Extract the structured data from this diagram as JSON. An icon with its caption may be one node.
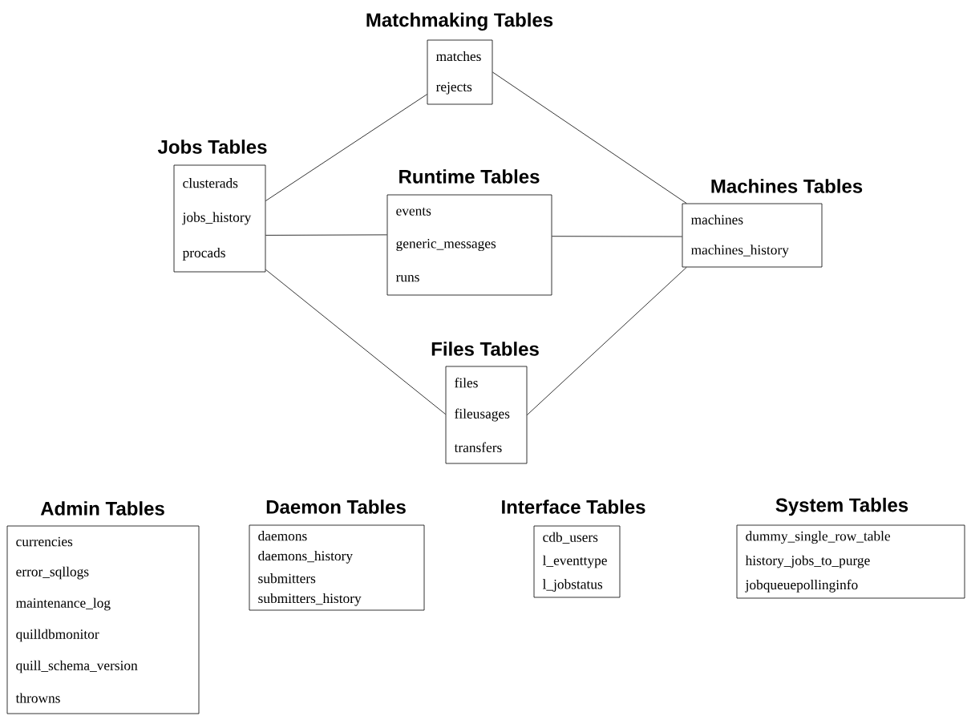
{
  "diagram": {
    "nodes": [
      {
        "text": [
          "Matchmaking Tables",
          "matches",
          "rejects"
        ]
      },
      {
        "text": [
          "Jobs Tables",
          "clusterads",
          "jobs_history",
          "procads"
        ]
      },
      {
        "text": [
          "Runtime Tables",
          "events",
          "generic_messages",
          "runs"
        ]
      },
      {
        "text": [
          "Machines Tables",
          "machines",
          "machines_history"
        ]
      },
      {
        "text": [
          "Files Tables",
          "files",
          "fileusages",
          "transfers"
        ]
      },
      {
        "text": [
          "Admin Tables",
          "currencies",
          "error_sqllogs",
          "maintenance_log",
          "quilldbmonitor",
          "quill_schema_version",
          "throwns"
        ]
      },
      {
        "text": [
          "Daemon Tables",
          "daemons",
          "daemons_history",
          "submitters",
          "submitters_history"
        ]
      },
      {
        "text": [
          "Interface Tables",
          "cdb_users",
          "l_eventtype",
          "l_jobstatus"
        ]
      },
      {
        "text": [
          "System Tables",
          "dummy_single_row_table",
          "history_jobs_to_purge",
          "jobqueuepollinginfo"
        ]
      }
    ],
    "edges": [
      {
        "from": 1,
        "to": 0,
        "arrow": "none"
      },
      {
        "from": 0,
        "to": 3,
        "arrow": "none"
      },
      {
        "from": 1,
        "to": 2,
        "arrow": "none"
      },
      {
        "from": 2,
        "to": 3,
        "arrow": "none"
      },
      {
        "from": 1,
        "to": 4,
        "arrow": "none"
      },
      {
        "from": 4,
        "to": 3,
        "arrow": "none"
      }
    ]
  }
}
